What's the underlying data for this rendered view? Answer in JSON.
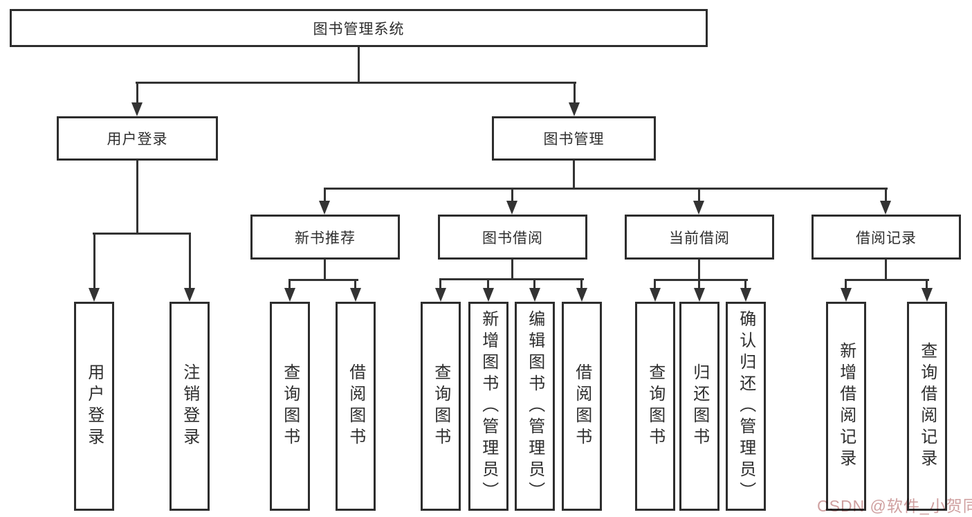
{
  "diagram": {
    "root": {
      "label": "图书管理系统"
    },
    "branches": [
      {
        "label": "用户登录",
        "children": [
          "用户登录",
          "注销登录"
        ]
      },
      {
        "label": "图书管理",
        "children": [
          {
            "label": "新书推荐",
            "children": [
              "查询图书",
              "借阅图书"
            ]
          },
          {
            "label": "图书借阅",
            "children": [
              "查询图书",
              "新增图书（管理员）",
              "编辑图书（管理员）",
              "借阅图书"
            ]
          },
          {
            "label": "当前借阅",
            "children": [
              "查询图书",
              "归还图书",
              "确认归还（管理员）"
            ]
          },
          {
            "label": "借阅记录",
            "children": [
              "新增借阅记录",
              "查询借阅记录"
            ]
          }
        ]
      }
    ]
  },
  "watermark": {
    "text": "CSDN @软件_小贺同学"
  },
  "colors": {
    "line": "#333333",
    "border": "#2d2d2d",
    "text": "#2e2e2e",
    "background": "#ffffff",
    "watermark": "#cfa0a0"
  }
}
